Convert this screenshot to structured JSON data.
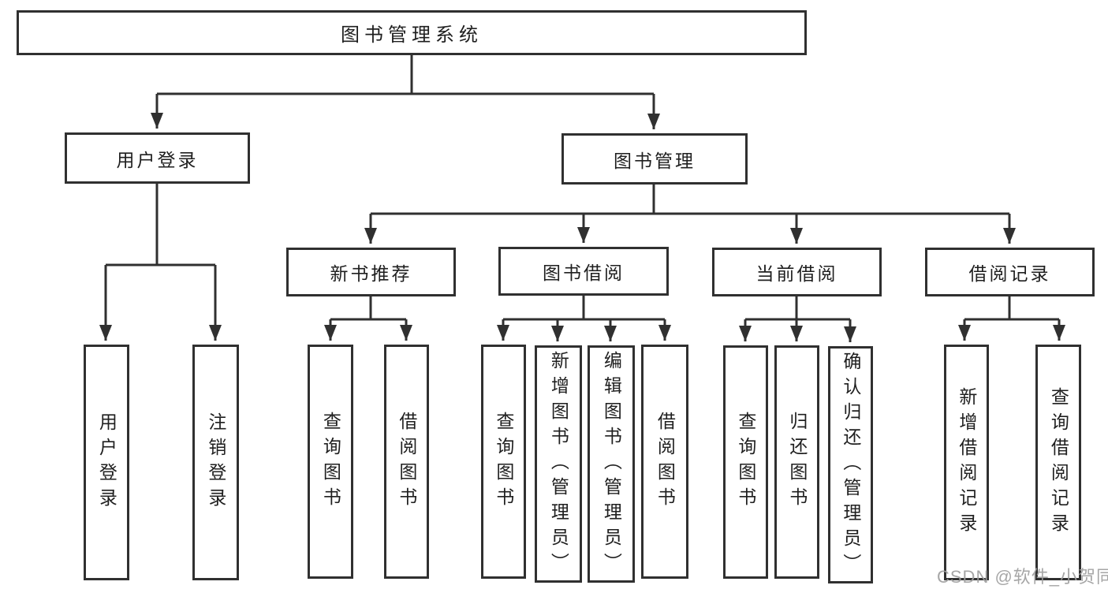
{
  "colors": {
    "line": "#303030",
    "text": "#1f1f1f",
    "background": "#ffffff",
    "watermark": "#9e9e9e"
  },
  "tree": {
    "label": "图书管理系统",
    "children": [
      {
        "label": "用户登录",
        "children": [
          {
            "label": "用户登录"
          },
          {
            "label": "注销登录"
          }
        ]
      },
      {
        "label": "图书管理",
        "children": [
          {
            "label": "新书推荐",
            "children": [
              {
                "label": "查询图书"
              },
              {
                "label": "借阅图书"
              }
            ]
          },
          {
            "label": "图书借阅",
            "children": [
              {
                "label": "查询图书"
              },
              {
                "label": "新增图书（管理员）"
              },
              {
                "label": "编辑图书（管理员）"
              },
              {
                "label": "借阅图书"
              }
            ]
          },
          {
            "label": "当前借阅",
            "children": [
              {
                "label": "查询图书"
              },
              {
                "label": "归还图书"
              },
              {
                "label": "确认归还（管理员）"
              }
            ]
          },
          {
            "label": "借阅记录",
            "children": [
              {
                "label": "新增借阅记录"
              },
              {
                "label": "查询借阅记录"
              }
            ]
          }
        ]
      }
    ]
  },
  "watermark": {
    "text": "CSDN @软件_小贺同学"
  }
}
